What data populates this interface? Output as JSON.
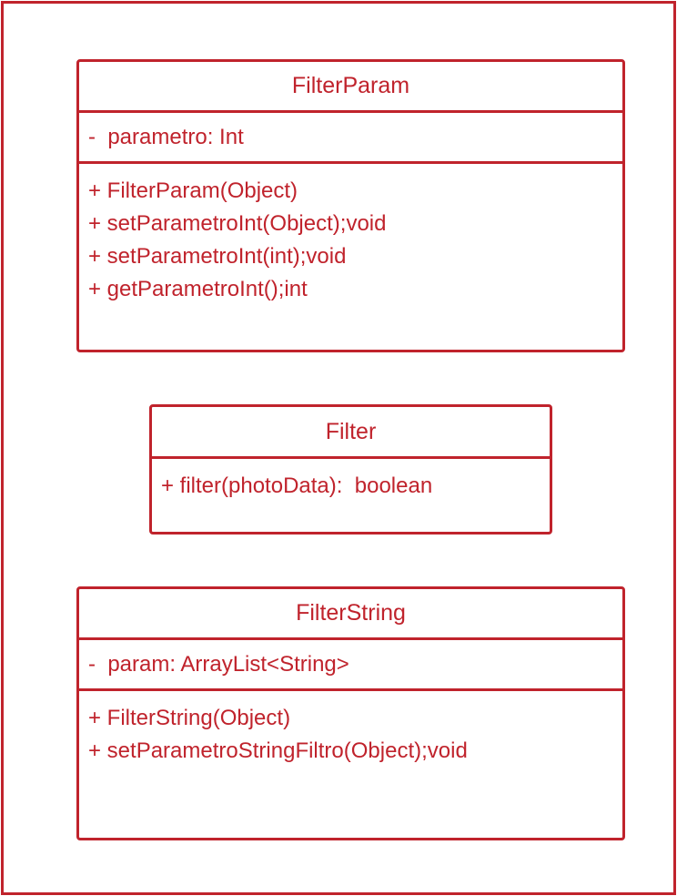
{
  "diagram": {
    "border_color": "#c0232c",
    "text_color": "#c0232c",
    "classes": [
      {
        "name": "FilterParam",
        "attributes": [
          "-  parametro: Int"
        ],
        "methods": [
          "+ FilterParam(Object)",
          "+ setParametroInt(Object);void",
          "+ setParametroInt(int);void",
          "+ getParametroInt();int"
        ]
      },
      {
        "name": "Filter",
        "attributes": [],
        "methods": [
          "+ filter(photoData):  boolean"
        ]
      },
      {
        "name": "FilterString",
        "attributes": [
          "-  param: ArrayList<String>"
        ],
        "methods": [
          "+ FilterString(Object)",
          "+ setParametroStringFiltro(Object);void"
        ]
      }
    ]
  }
}
